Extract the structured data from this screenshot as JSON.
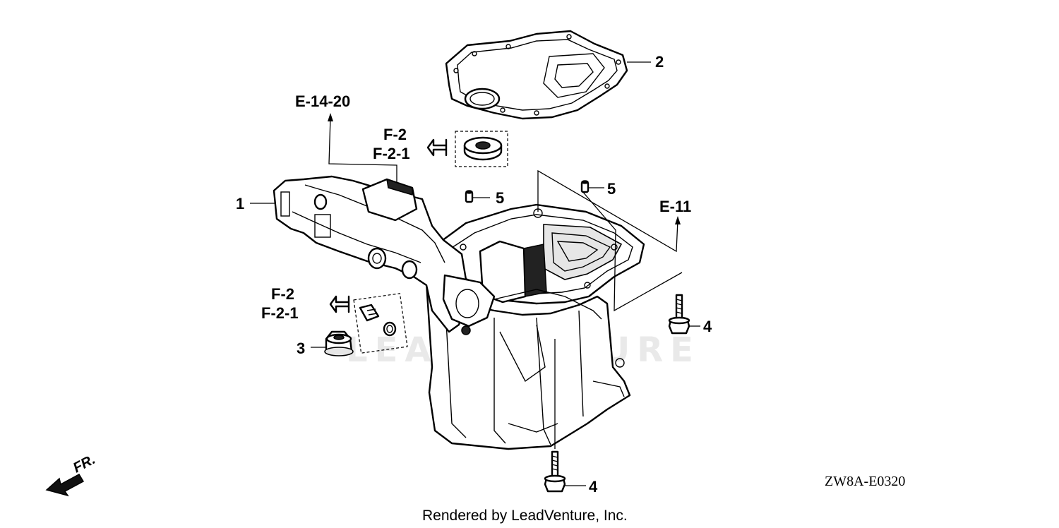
{
  "diagram": {
    "callouts": {
      "c1": "1",
      "c2": "2",
      "c3": "3",
      "c4a": "4",
      "c4b": "4",
      "c5a": "5",
      "c5b": "5"
    },
    "references": {
      "e1420": "E-14-20",
      "e11": "E-11",
      "f2_upper": "F-2",
      "f21_upper": "F-2-1",
      "f2_lower": "F-2",
      "f21_lower": "F-2-1"
    },
    "diagram_code": "ZW8A-E0320",
    "front_indicator": "FR.",
    "watermark": "LEADVENTURE",
    "footer": "Rendered by LeadVenture, Inc."
  }
}
